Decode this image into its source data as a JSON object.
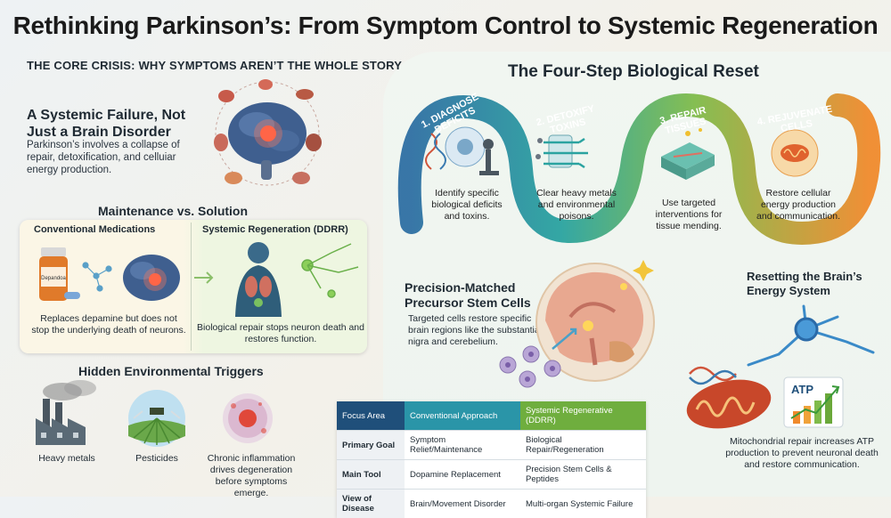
{
  "title": "Rethinking Parkinson’s: From Symptom Control to Systemic Regeneration",
  "core": {
    "heading": "THE CORE CRISIS: WHY SYMPTOMS AREN’T THE WHOLE STORY",
    "systemic_heading": "A Systemic Failure, Not Just a Brain Disorder",
    "systemic_text": "Parkinson’s involves a collapse of repair, detoxification, and celluiar energy production."
  },
  "maintenance": {
    "heading": "Maintenance vs. Solution",
    "conventional_label": "Conventional Medications",
    "ddrr_label": "Systemic Regeneration (DDRR)",
    "bottle_label": "Depandoa",
    "conventional_text": "Replaces depamine but does not stop the underlying death of neurons.",
    "ddrr_text": "Biological repair stops neuron death and restores function."
  },
  "triggers": {
    "heading": "Hidden Environmental Triggers",
    "items": [
      {
        "label": "Heavy metals"
      },
      {
        "label": "Pesticides"
      },
      {
        "label": "Chronic inflammation drives degeneration before symptoms emerge."
      }
    ]
  },
  "reset": {
    "heading": "The Four-Step Biological Reset",
    "steps": [
      {
        "label": "1. DIAGNOSE DEFICITS",
        "text": "Identify specific biological deficits and toxins.",
        "color": "#2f6fa3"
      },
      {
        "label": "2. DETOXIFY TOXINS",
        "text": "Clear heavy metals and environmental poisons.",
        "color": "#2aa3a0"
      },
      {
        "label": "3. REPAIR TISSUES",
        "text": "Use targeted interventions for tissue mending.",
        "color": "#7fbb4a"
      },
      {
        "label": "4. REJUVENATE CELLS",
        "text": "Restore cellular energy production and communication.",
        "color": "#f08a2c"
      }
    ]
  },
  "precision": {
    "heading": "Precision-Matched Precursor Stem Cells",
    "text": "Targeted cells restore specific brain regions like the substantia nigra and cerebelium."
  },
  "energy": {
    "heading": "Resetting the Brain’s Energy System",
    "atp_label": "ATP",
    "text": "Mitochondrial repair increases ATP production to prevent neuronal death and restore communication."
  },
  "comparison": {
    "headers": [
      "Focus Area",
      "Conventional Approach",
      "Systemic Regenerative (DDRR)"
    ],
    "header_colors": [
      "#1f4f7a",
      "#2a95a8",
      "#6fae3e"
    ],
    "rows": [
      [
        "Primary Goal",
        "Symptom Relief/Maintenance",
        "Biological Repair/Regeneration"
      ],
      [
        "Main Tool",
        "Dopamine Replacement",
        "Precision Stem Cells & Peptides"
      ],
      [
        "View of Disease",
        "Brain/Movement Disorder",
        "Multi-organ Systemic Failure"
      ]
    ]
  }
}
